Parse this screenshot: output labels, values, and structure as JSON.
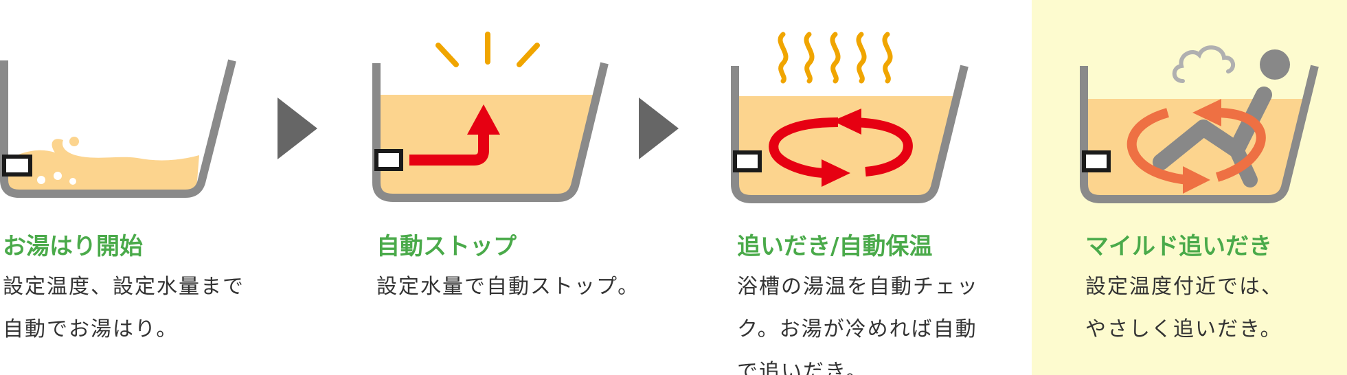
{
  "steps": [
    {
      "title": "お湯はり開始",
      "lines": [
        "設定温度、設定水量まで",
        "自動でお湯はり。"
      ]
    },
    {
      "title": "自動ストップ",
      "lines": [
        "設定水量で自動ストップ。"
      ]
    },
    {
      "title": "追いだき/自動保温",
      "lines": [
        "浴槽の湯温を自動チェッ",
        "ク。お湯が冷めれば自動",
        "で追いだき。"
      ]
    },
    {
      "title": "マイルド追いだき",
      "lines": [
        "設定温度付近では、",
        "やさしく追いだき。"
      ]
    }
  ],
  "colors": {
    "title": "#4aaa4a",
    "water": "#fcd48e",
    "tub": "#8a8a8a",
    "arrow_red": "#e60012",
    "arrow_orange": "#ee7043",
    "steam": "#f0a500",
    "highlight_bg": "#fdfbcf"
  }
}
